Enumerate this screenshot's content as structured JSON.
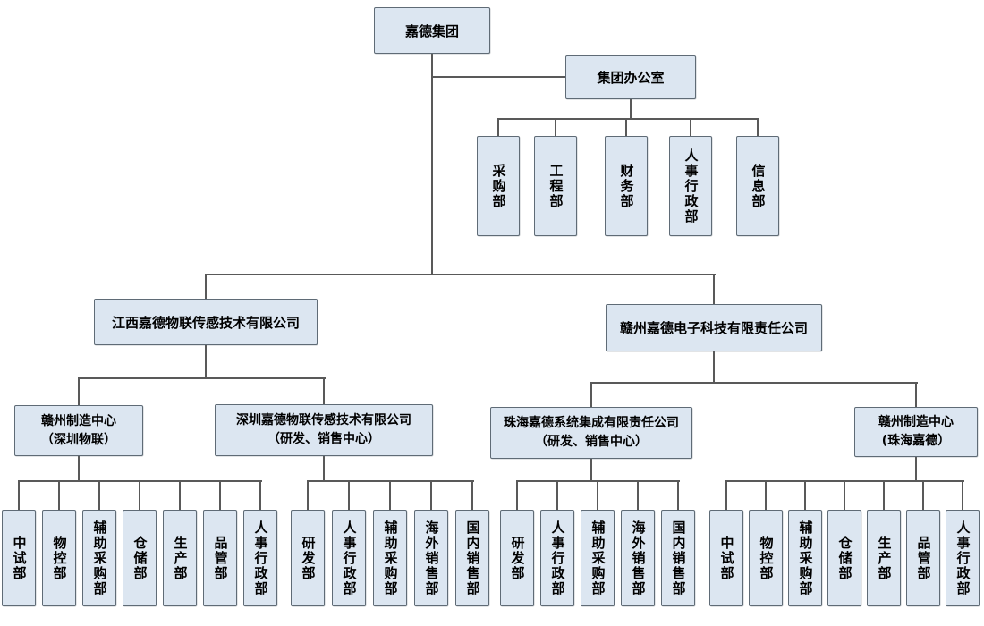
{
  "palette": {
    "box_fill": "#dce6f1",
    "box_border": "#5f6b76",
    "line": "#595959",
    "text": "#000000"
  },
  "root": {
    "label": "嘉德集团"
  },
  "office": {
    "label": "集团办公室",
    "departments": [
      "采购部",
      "工程部",
      "财务部",
      "人事行政部",
      "信息部"
    ]
  },
  "subsidiaries": [
    {
      "label": "江西嘉德物联传感技术有限公司",
      "children": [
        {
          "label": "赣州制造中心\n（深圳物联）",
          "departments": [
            "中试部",
            "物控部",
            "辅助采购部",
            "仓储部",
            "生产部",
            "品管部",
            "人事行政部"
          ]
        },
        {
          "label": "深圳嘉德物联传感技术有限公司\n（研发、销售中心）",
          "departments": [
            "研发部",
            "人事行政部",
            "辅助采购部",
            "海外销售部",
            "国内销售部"
          ]
        }
      ]
    },
    {
      "label": "赣州嘉德电子科技有限责任公司",
      "children": [
        {
          "label": "珠海嘉德系统集成有限责任公司\n（研发、销售中心）",
          "departments": [
            "研发部",
            "人事行政部",
            "辅助采购部",
            "海外销售部",
            "国内销售部"
          ]
        },
        {
          "label": "赣州制造中心\n(珠海嘉德）",
          "departments": [
            "中试部",
            "物控部",
            "辅助采购部",
            "仓储部",
            "生产部",
            "品管部",
            "人事行政部"
          ]
        }
      ]
    }
  ]
}
